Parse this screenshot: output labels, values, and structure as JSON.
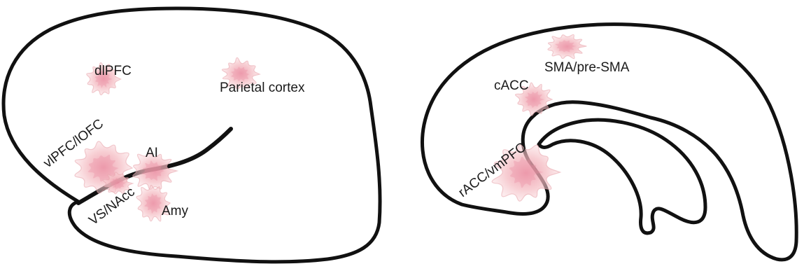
{
  "colors": {
    "outline": "#111111",
    "region_fill": "#f4b9c0",
    "region_core": "#eb8fa2",
    "background": "#ffffff"
  },
  "lateral_view": {
    "regions": [
      {
        "id": "dlpfc",
        "label": "dlPFC"
      },
      {
        "id": "parietal",
        "label": "Parietal cortex"
      },
      {
        "id": "vlpfc",
        "label": "vlPFC/lOFC"
      },
      {
        "id": "ai",
        "label": "AI"
      },
      {
        "id": "vs",
        "label": "VS/NAcc"
      },
      {
        "id": "amy",
        "label": "Amy"
      }
    ]
  },
  "medial_view": {
    "regions": [
      {
        "id": "sma",
        "label": "SMA/pre-SMA"
      },
      {
        "id": "cacc",
        "label": "cACC"
      },
      {
        "id": "racc",
        "label": "rACC/vmPFC"
      }
    ]
  }
}
